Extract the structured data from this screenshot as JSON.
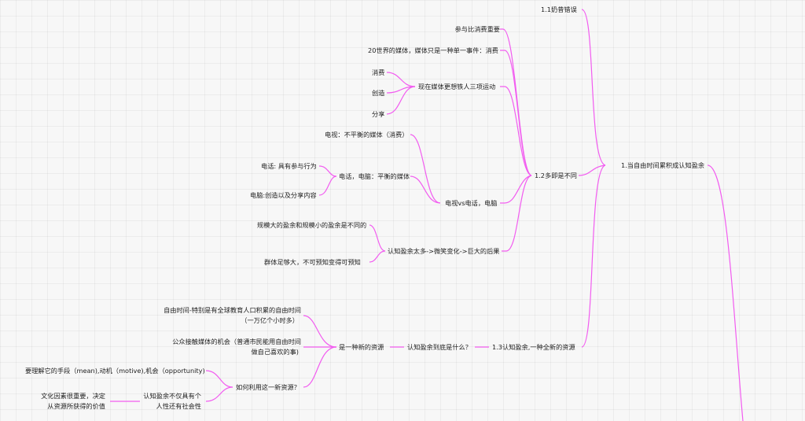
{
  "mindmap": {
    "nodes": {
      "root": "1.当自由时间累积成认知盈余",
      "n11": "1.1奶昔错误",
      "n12": "1.2多即是不同",
      "n13": "1.3认知盈余,一种全新的资源",
      "participation": "参与比消费重要",
      "media20": "20世界的媒体，媒体只是一种单一事件：消费",
      "threeActs": "现在媒体更想铁人三项运动",
      "consume": "消费",
      "create": "创造",
      "share": "分享",
      "tvVsPhone": "电视vs电话，电脑",
      "tv": "电视：不平衡的媒体（消费）",
      "phonePc": "电话，电脑：平衡的媒体",
      "phone": "电话: 具有参与行为",
      "pc": "电脑:创造以及分享内容",
      "surplusMore": "认知盈余太多->微笑变化->巨大的后果",
      "scale": "规模大的盈余和规模小的盈余是不同的",
      "group": "群体足够大，不可预知变得可预知",
      "whatIs": "认知盈余到底是什么？",
      "newRes": "是一种新的资源",
      "freeTime1": "自由时间-特别是有全球教育人口积累的自由时间",
      "freeTime2": "（一万亿个小时多）",
      "access1": "公众接触媒体的机会（普通市民能用自由时间",
      "access2": "做自己喜欢的事)",
      "howUse": "如何利用这一新资源？",
      "means": "要理解它的手段（mean),动机（motive),机会（opportunity)",
      "human1": "认知盈余不仅具有个",
      "human2": "人性还有社会性",
      "culture1": "文化因素很重要，决定",
      "culture2": "从资源所获得的价值"
    },
    "colors": {
      "connector": "#f25cf0",
      "text": "#222222",
      "background": "#f7f7f7"
    }
  }
}
